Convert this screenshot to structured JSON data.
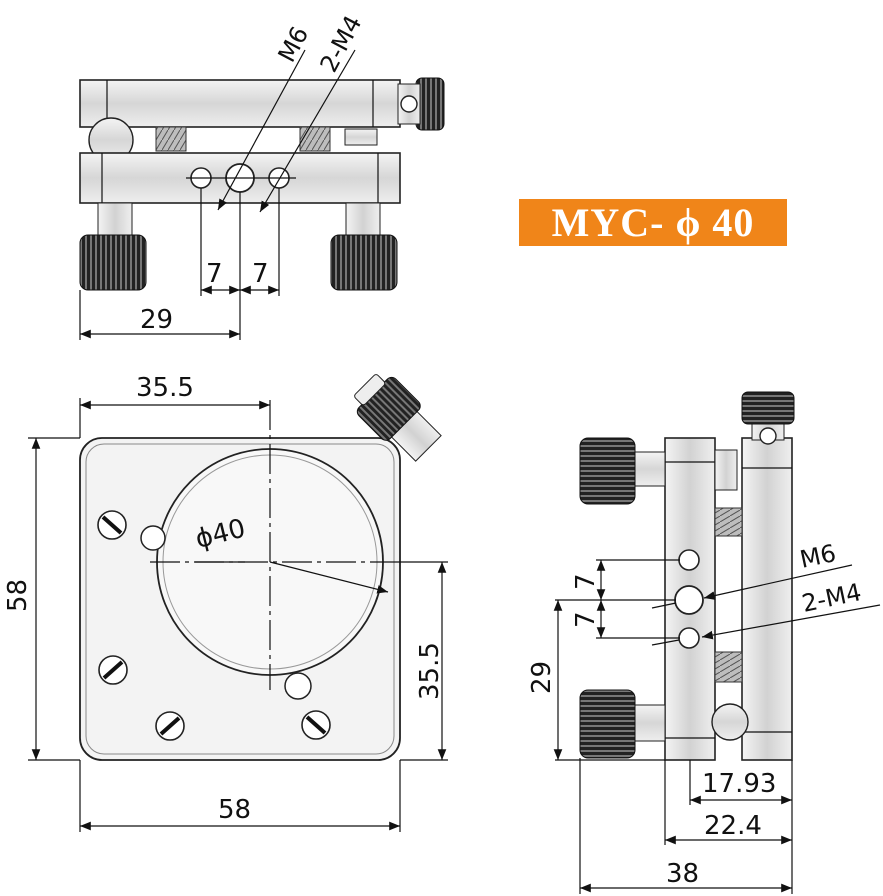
{
  "model_label": "MYC- ϕ 40",
  "colors": {
    "badge_bg": "#f08519",
    "badge_text": "#ffffff",
    "line": "#111111",
    "body_fill": "#e6e6e6"
  },
  "top_view": {
    "labels": {
      "m6": "M6",
      "m4": "2-M4"
    },
    "dims": {
      "left": "7",
      "right": "7",
      "width": "29"
    }
  },
  "front_view": {
    "dims": {
      "top": "35.5",
      "left_height": "58",
      "aperture": "ϕ40",
      "right_height": "35.5",
      "bottom": "58"
    }
  },
  "side_view": {
    "labels": {
      "m6": "M6",
      "m4": "2-M4"
    },
    "dims": {
      "upper": "7",
      "lower": "7",
      "height": "29",
      "d1": "17.93",
      "d2": "22.4",
      "d3": "38"
    }
  }
}
